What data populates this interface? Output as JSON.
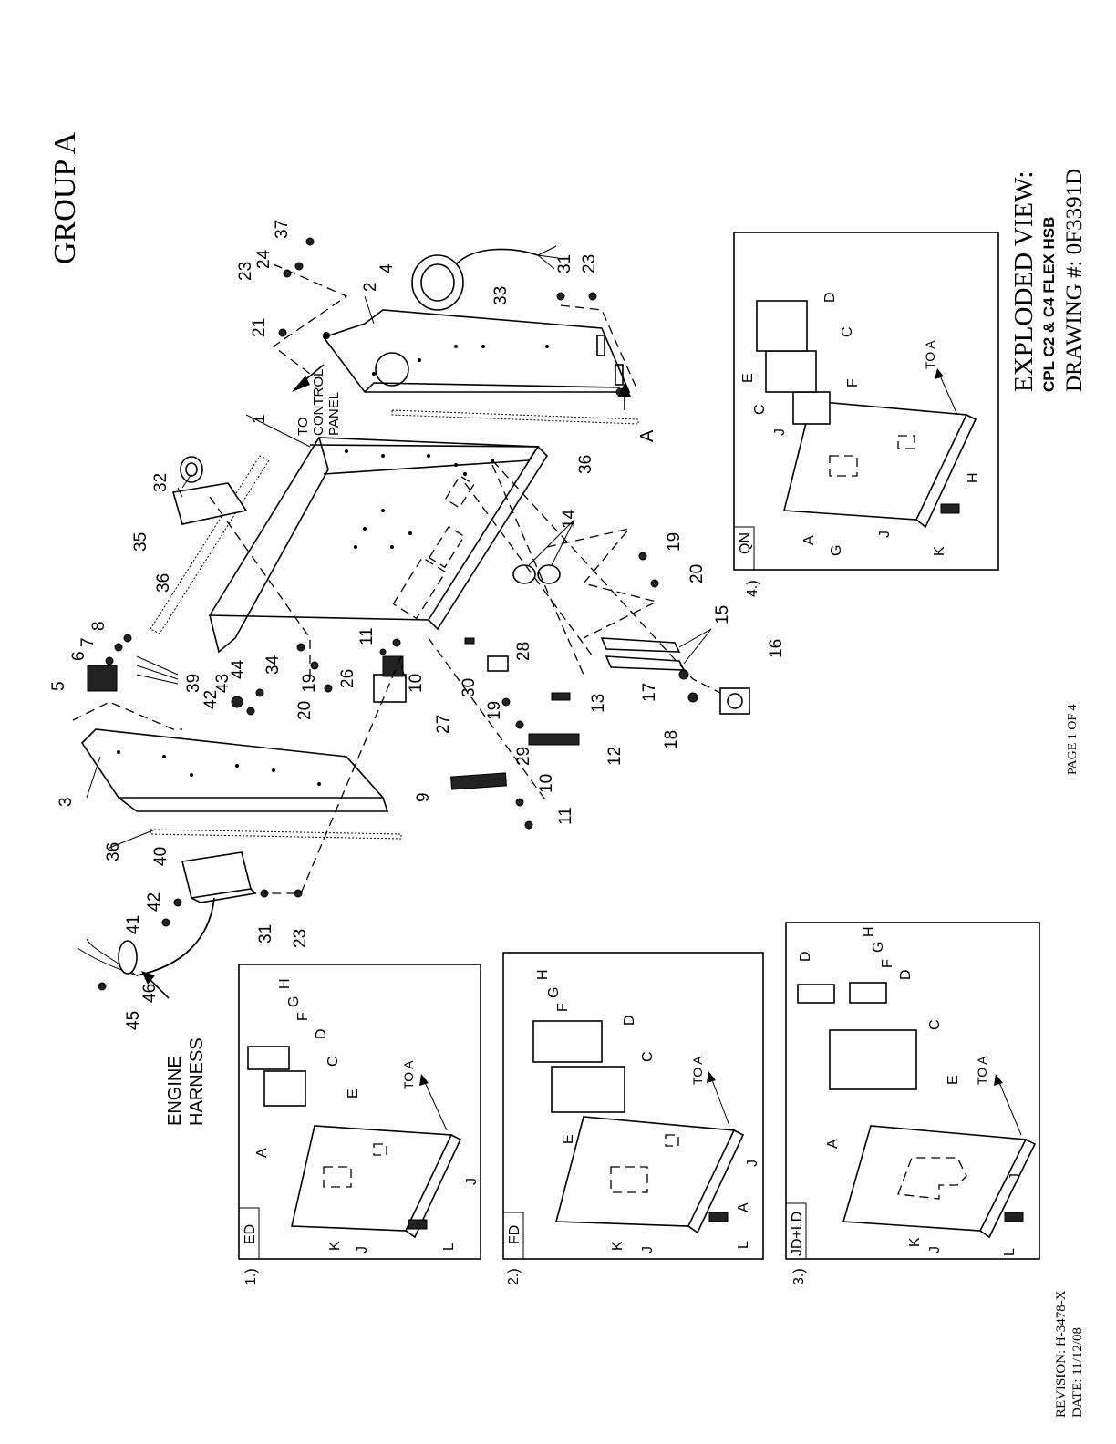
{
  "header": {
    "group": "GROUP A",
    "title": "EXPLODED VIEW:",
    "model": "CPL C2 & C4 FLEX HSB",
    "drawing": "DRAWING #: 0F3391D"
  },
  "footer": {
    "page": "PAGE 1 OF 4",
    "revision": "REVISION: H-3478-X",
    "date": "DATE: 11/12/08"
  },
  "main_labels": {
    "engine_harness_1": "ENGINE",
    "engine_harness_2": "HARNESS",
    "to_control_1": "TO",
    "to_control_2": "CONTROL",
    "to_control_3": "PANEL",
    "ref_a": "A"
  },
  "callouts": [
    "1",
    "2",
    "3",
    "4",
    "5",
    "6",
    "7",
    "8",
    "9",
    "10",
    "10",
    "11",
    "11",
    "12",
    "13",
    "14",
    "15",
    "16",
    "17",
    "18",
    "19",
    "19",
    "19",
    "20",
    "20",
    "21",
    "23",
    "23",
    "23",
    "24",
    "26",
    "27",
    "28",
    "29",
    "30",
    "31",
    "31",
    "32",
    "33",
    "34",
    "35",
    "36",
    "36",
    "36",
    "37",
    "39",
    "40",
    "41",
    "42",
    "42",
    "43",
    "44",
    "45",
    "46"
  ],
  "insets": [
    {
      "num": "1.)",
      "tag": "ED",
      "letters": [
        "A",
        "C",
        "D",
        "E",
        "F",
        "G",
        "H",
        "J",
        "J",
        "K",
        "L"
      ],
      "to": "TO A"
    },
    {
      "num": "2.)",
      "tag": "FD",
      "letters": [
        "A",
        "C",
        "D",
        "E",
        "F",
        "G",
        "H",
        "J",
        "J",
        "K",
        "L"
      ],
      "to": "TO A"
    },
    {
      "num": "3.)",
      "tag": "JD+LD",
      "letters": [
        "A",
        "C",
        "D",
        "D",
        "E",
        "F",
        "G",
        "H",
        "J",
        "J",
        "K",
        "L"
      ],
      "to": "TO A"
    },
    {
      "num": "4.)",
      "tag": "QN",
      "letters": [
        "A",
        "C",
        "C",
        "D",
        "E",
        "F",
        "G",
        "H",
        "J",
        "J",
        "K"
      ],
      "to": "TO A"
    }
  ]
}
